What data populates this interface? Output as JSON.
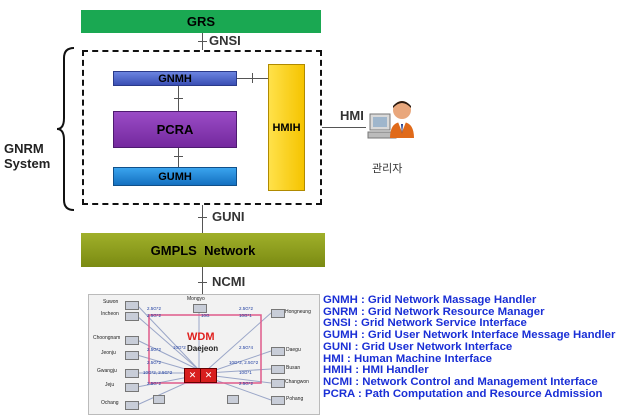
{
  "diagram": {
    "grs": "GRS",
    "gnsi": "GNSI",
    "gnmh": "GNMH",
    "pcra": "PCRA",
    "gumh": "GUMH",
    "hmih": "HMIH",
    "hmi": "HMI",
    "gnrm_system": "GNRM\nSystem",
    "admin": "관리자",
    "guni": "GUNI",
    "gmpls": "GMPLS  Network",
    "ncmi": "NCMI"
  },
  "map": {
    "wdm": "WDM",
    "daejeon": "Daejeon",
    "mongyo": "Mongyo",
    "cities_left": [
      "Suwon",
      "Incheon",
      "Choongnam",
      "Jeonju",
      "Gwangju",
      "Jeju",
      "Ochang"
    ],
    "cities_right": [
      "Hongneung",
      "Daegu",
      "Busan",
      "Changwon",
      "Pohang"
    ],
    "links": [
      "2.5G*2",
      "2.5G*2",
      "10G",
      "2.5G*2",
      "10G*1",
      "2.5G*2",
      "2.5G*4",
      "10G*2",
      "2.5G*2",
      "10G*2, 2.5G*2",
      "2.5G*2",
      "10G*2, 2.5G*2",
      "10G*1",
      "2.5G*2"
    ]
  },
  "legend": [
    "GNMH : Grid  Network Massage Handler",
    "GNRM : Grid  Network Resource Manager",
    "GNSI : Grid Network  Service Interface",
    "GUMH : Grid  User Network Interface Message Handler",
    "GUNI : Grid  User Network Interface",
    "HMI :  Human Machine Interface",
    "HMIH :  HMI Handler",
    "NCMI : Network Control and Management Interface",
    "PCRA :  Path Computation and Resource Admission"
  ],
  "colors": {
    "grs": "#1aa852",
    "gnmh": "#4a63c8",
    "pcra": "#8636b0",
    "gumh": "#1a86d6",
    "hmih": "#ffd000",
    "gmpls": "#8a9a1e",
    "legend_text": "#1a2fd6",
    "wdm_text": "#e0201e"
  }
}
